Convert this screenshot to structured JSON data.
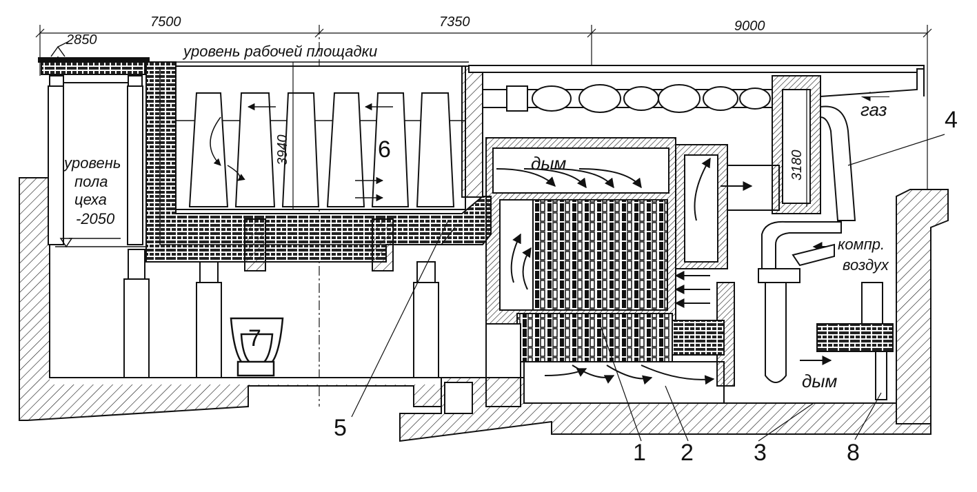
{
  "dimensions": {
    "d1": "7500",
    "d2": "7350",
    "d3": "9000",
    "d_top_level": "2850",
    "d_floor_level": "-2050",
    "d_height_left": "3940",
    "d_height_right": "3180"
  },
  "labels": {
    "work_platform": "уровень рабочей площадки",
    "floor_line1": "уровень",
    "floor_line2": "пола",
    "floor_line3": "цеха",
    "smoke_top": "дым",
    "smoke_bottom": "дым",
    "gas": "газ",
    "air_line1": "компр.",
    "air_line2": "воздух"
  },
  "callouts": [
    "1",
    "2",
    "3",
    "4",
    "5",
    "6",
    "7",
    "8"
  ],
  "colors": {
    "ink": "#111111",
    "paper": "#ffffff"
  }
}
